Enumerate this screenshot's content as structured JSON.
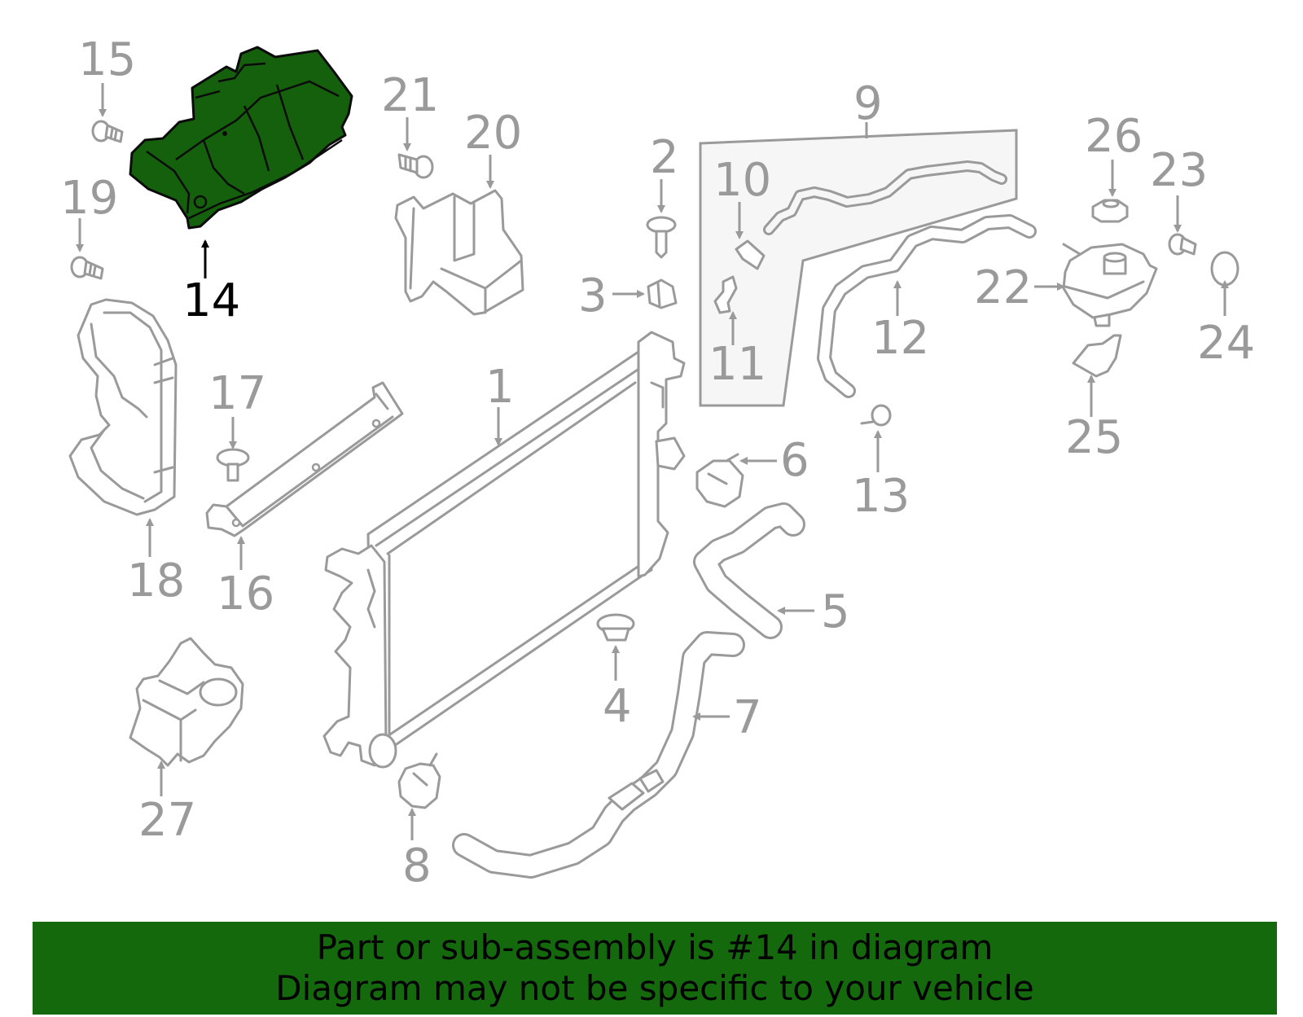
{
  "diagram": {
    "highlighted_part": "14",
    "callouts": [
      "1",
      "2",
      "3",
      "4",
      "5",
      "6",
      "7",
      "8",
      "9",
      "10",
      "11",
      "12",
      "13",
      "14",
      "15",
      "16",
      "17",
      "18",
      "19",
      "20",
      "21",
      "22",
      "23",
      "24",
      "25",
      "26",
      "27"
    ]
  },
  "banner": {
    "line1": "Part or sub-assembly is #14 in diagram",
    "line2": "Diagram may not be specific to your vehicle"
  },
  "colors": {
    "highlight": "#14600c",
    "banner": "#14690d",
    "part_stroke": "#9a9a9a"
  }
}
